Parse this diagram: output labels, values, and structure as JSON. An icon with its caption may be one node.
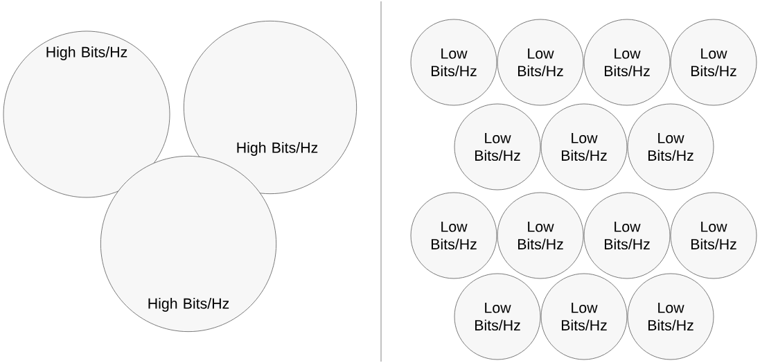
{
  "diagram": {
    "nodes": [
      {
        "text": [
          "High Bits/Hz"
        ]
      },
      {
        "text": [
          "High Bits/Hz"
        ]
      },
      {
        "text": [
          "High Bits/Hz"
        ]
      },
      {
        "text": [
          "Low Bits/Hz"
        ]
      },
      {
        "text": [
          "Low Bits/Hz"
        ]
      },
      {
        "text": [
          "Low Bits/Hz"
        ]
      },
      {
        "text": [
          "Low Bits/Hz"
        ]
      },
      {
        "text": [
          "Low Bits/Hz"
        ]
      },
      {
        "text": [
          "Low Bits/Hz"
        ]
      },
      {
        "text": [
          "Low Bits/Hz"
        ]
      },
      {
        "text": [
          "Low Bits/Hz"
        ]
      },
      {
        "text": [
          "Low Bits/Hz"
        ]
      },
      {
        "text": [
          "Low Bits/Hz"
        ]
      },
      {
        "text": [
          "Low Bits/Hz"
        ]
      },
      {
        "text": [
          "Low Bits/Hz"
        ]
      },
      {
        "text": [
          "Low Bits/Hz"
        ]
      },
      {
        "text": [
          "Low Bits/Hz"
        ]
      }
    ]
  }
}
